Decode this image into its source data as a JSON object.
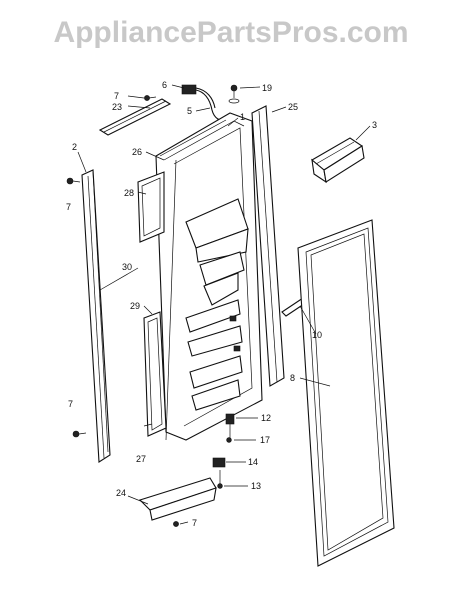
{
  "watermark": "AppliancePartsPros.com",
  "callouts": {
    "c1": "1",
    "c2": "2",
    "c3": "3",
    "c5": "5",
    "c6": "6",
    "c7a": "7",
    "c7b": "7",
    "c7c": "7",
    "c7d": "7",
    "c8": "8",
    "c10": "10",
    "c12": "12",
    "c13": "13",
    "c14": "14",
    "c17": "17",
    "c19": "19",
    "c23": "23",
    "c24": "24",
    "c25": "25",
    "c26": "26",
    "c27": "27",
    "c28": "28",
    "c29": "29",
    "c30": "30"
  }
}
